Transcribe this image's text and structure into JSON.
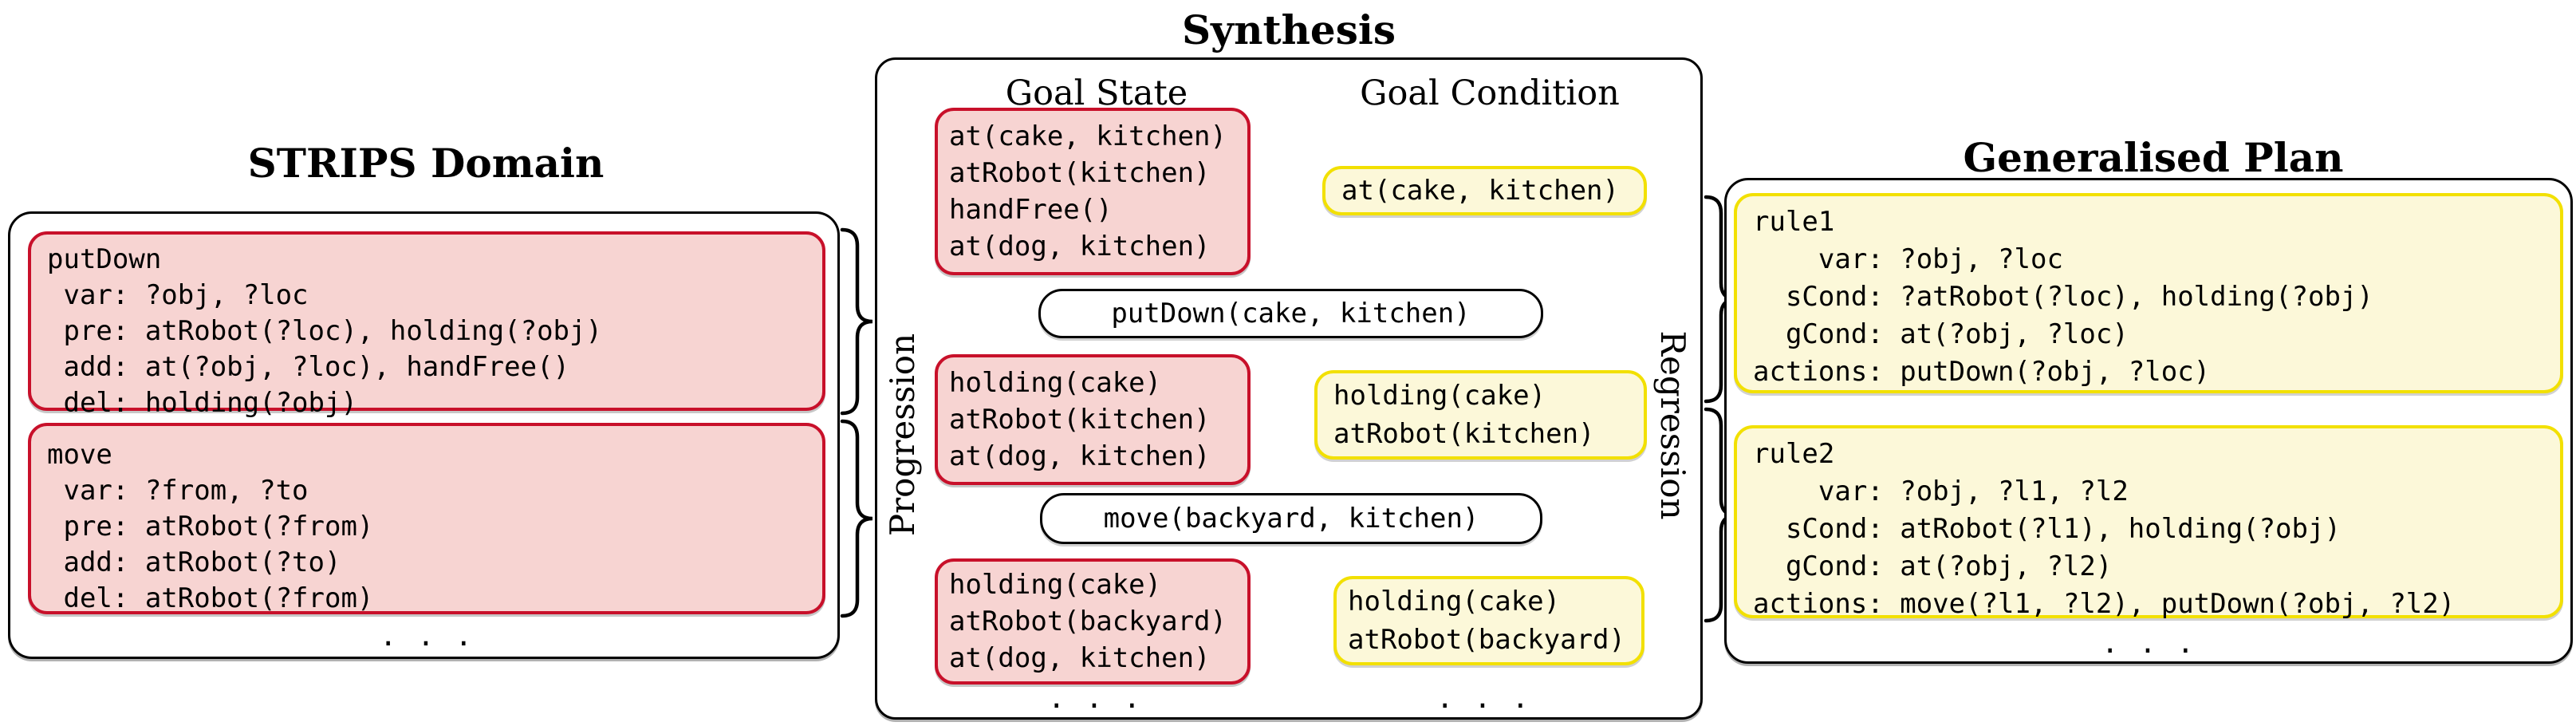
{
  "colors": {
    "state-fill": "#f7d4d2",
    "state-border": "#c8102a",
    "condition-fill": "#fcf8d9",
    "condition-border": "#f2e000",
    "line": "#000000"
  },
  "strips": {
    "title": "STRIPS Domain",
    "operators": [
      {
        "text": "putDown\n var: ?obj, ?loc\n pre: atRobot(?loc), holding(?obj)\n add: at(?obj, ?loc), handFree()\n del: holding(?obj)"
      },
      {
        "text": "move\n var: ?from, ?to\n pre: atRobot(?from)\n add: atRobot(?to)\n del: atRobot(?from)"
      }
    ],
    "ellipsis": ". . ."
  },
  "synthesis": {
    "title": "Synthesis",
    "goal_state_header": "Goal State",
    "goal_condition_header": "Goal Condition",
    "progression_label": "Progression",
    "regression_label": "Regression",
    "goal_states": [
      {
        "text": "at(cake, kitchen)\natRobot(kitchen)\nhandFree()\nat(dog, kitchen)"
      },
      {
        "text": "holding(cake)\natRobot(kitchen)\nat(dog, kitchen)"
      },
      {
        "text": "holding(cake)\natRobot(backyard)\nat(dog, kitchen)"
      }
    ],
    "goal_conditions": [
      {
        "text": "at(cake, kitchen)"
      },
      {
        "text": "holding(cake)\natRobot(kitchen)"
      },
      {
        "text": "holding(cake)\natRobot(backyard)"
      }
    ],
    "actions": [
      {
        "text": "putDown(cake, kitchen)"
      },
      {
        "text": "move(backyard, kitchen)"
      }
    ],
    "goal_state_ellipsis": ". . .",
    "goal_condition_ellipsis": ". . ."
  },
  "plan": {
    "title": "Generalised Plan",
    "rules": [
      {
        "text": "rule1\n    var: ?obj, ?loc\n  sCond: ?atRobot(?loc), holding(?obj)\n  gCond: at(?obj, ?loc)\nactions: putDown(?obj, ?loc)"
      },
      {
        "text": "rule2\n    var: ?obj, ?l1, ?l2\n  sCond: atRobot(?l1), holding(?obj)\n  gCond: at(?obj, ?l2)\nactions: move(?l1, ?l2), putDown(?obj, ?l2)"
      }
    ],
    "ellipsis": ". . ."
  }
}
